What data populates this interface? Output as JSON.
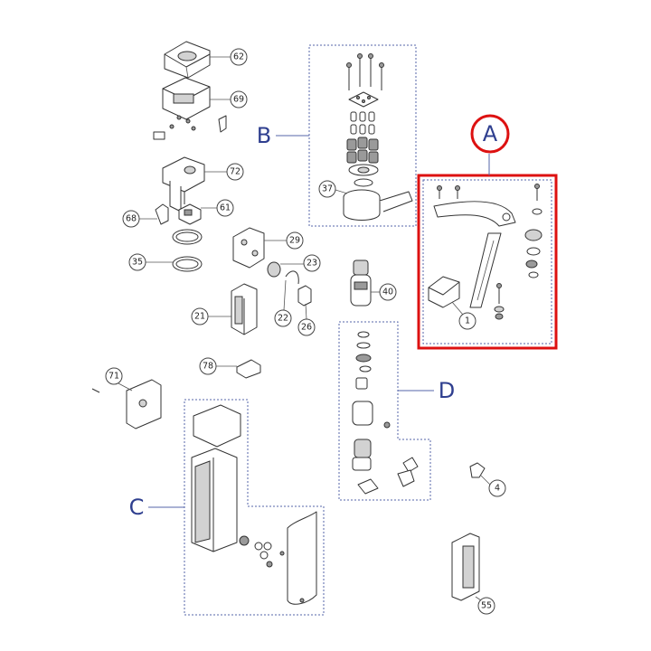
{
  "diagram": {
    "group_labels": {
      "A": "A",
      "B": "B",
      "C": "C",
      "D": "D"
    },
    "callouts": [
      "62",
      "69",
      "72",
      "61",
      "68",
      "35",
      "29",
      "23",
      "22",
      "26",
      "21",
      "37",
      "40",
      "1",
      "78",
      "71",
      "4",
      "55"
    ],
    "colors": {
      "highlight": "#dd1111",
      "group_letter": "#2f3f8f",
      "group_box": "#5566aa"
    }
  }
}
